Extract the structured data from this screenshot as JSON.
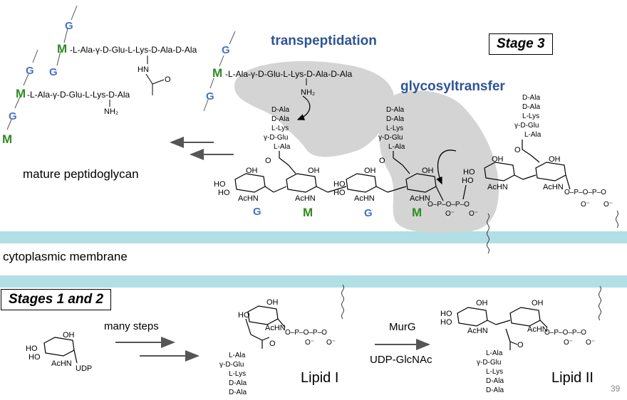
{
  "stage3": {
    "title": "Stage 3"
  },
  "stages12": {
    "title": "Stages 1 and 2"
  },
  "enzymes": {
    "transpeptidation": "transpeptidation",
    "glycosyltransfer": "glycosyltransfer"
  },
  "labels": {
    "mature_peptidoglycan": "mature peptidoglycan",
    "cytoplasmic_membrane": "cytoplasmic membrane",
    "many_steps": "many steps",
    "murg": "MurG",
    "udp_glcnac": "UDP-GlcNAc",
    "lipid_i": "Lipid I",
    "lipid_ii": "Lipid II",
    "page_number": "39"
  },
  "sugar_letters": {
    "G": "G",
    "M": "M"
  },
  "atoms": {
    "HO": "HO",
    "OH": "OH",
    "AcHN": "AcHN",
    "O": "O",
    "O_minus": "O⁻",
    "P": "P",
    "NH2": "NH₂",
    "HN": "HN",
    "UDP": "UDP"
  },
  "peptides": {
    "pentapeptide": [
      "D-Ala",
      "D-Ala",
      "L-Lys",
      "γ-D-Glu",
      "L-Ala"
    ],
    "tetrapeptide": [
      "D-Ala",
      "L-Lys",
      "γ-D-Glu",
      "L-Ala"
    ],
    "lipid_peptide": [
      "L-Ala",
      "γ-D-Glu",
      "L-Lys",
      "D-Ala",
      "D-Ala"
    ],
    "crosslink_top": "-L-Ala-γ-D-Glu-L-Lys-D-Ala-D-Ala",
    "crosslink_mid": "-L-Ala-γ-D-Glu-L-Lys-D-Ala-D-Ala",
    "crosslink_left": "-L-Ala-γ-D-Glu-L-Lys-D-Ala"
  },
  "colors": {
    "membrane": "#b1dfe6",
    "enzyme_text": "#2f5496",
    "G": "#4472c4",
    "M": "#2e8b23",
    "enzyme_blob": "#d4d4d4"
  }
}
